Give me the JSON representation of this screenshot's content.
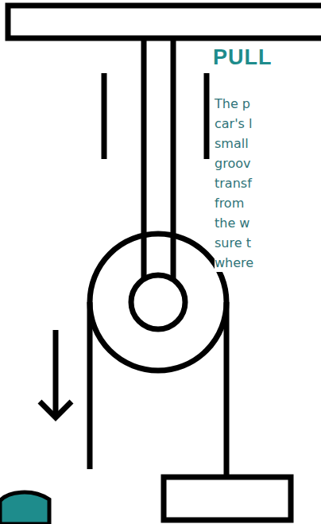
{
  "diagram": {
    "title": "PULL",
    "labels": [
      "The p",
      "car's l",
      "small",
      "groov",
      "transf",
      "from",
      "the w",
      "sure t",
      "where"
    ]
  }
}
